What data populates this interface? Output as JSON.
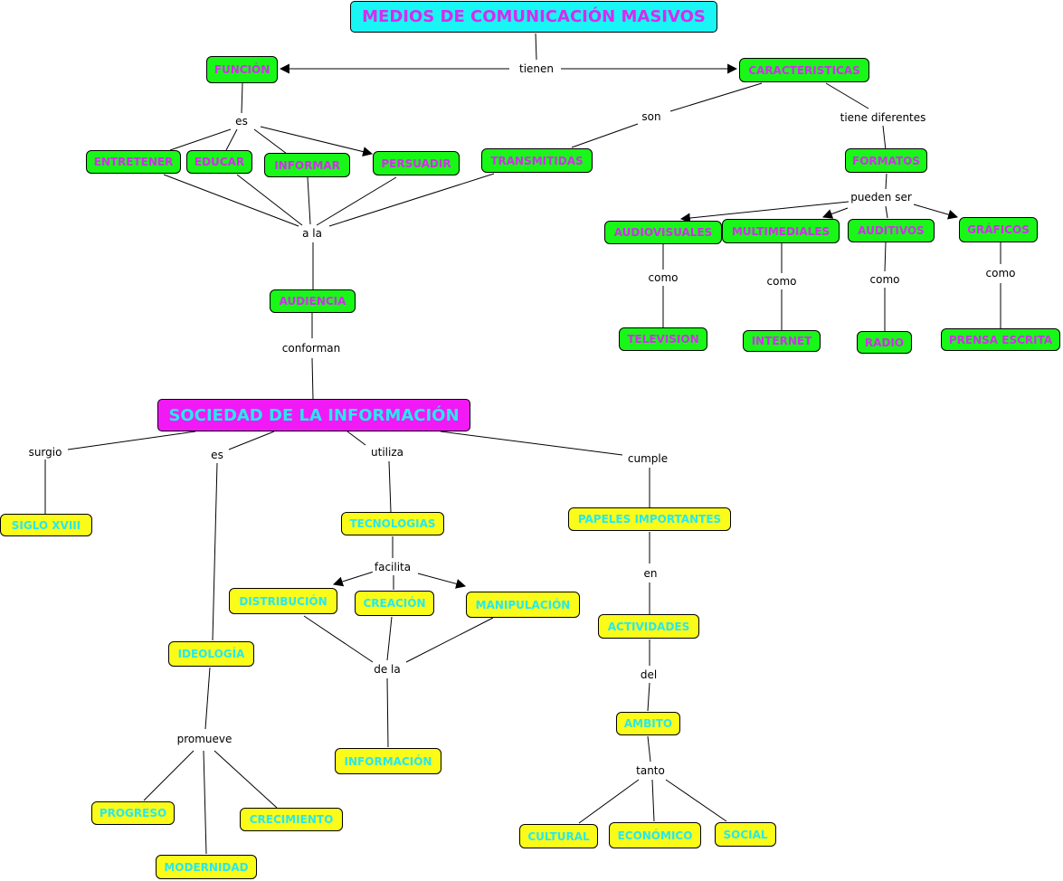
{
  "nodes": {
    "medios": "MEDIOS DE COMUNICACIÓN MASIVOS",
    "funcion": "FUNCIÓN",
    "caracteristicas": "CARACTERISTICAS",
    "entretener": "ENTRETENER",
    "educar": "EDUCAR",
    "informar": "INFORMAR",
    "persuadir": "PERSUADIR",
    "transmitidas": "TRANSMITIDAS",
    "formatos": "FORMATOS",
    "audiovisuales": "AUDIOVISUALES",
    "multimediales": "MULTIMEDIALES",
    "auditivos": "AUDITIVOS",
    "graficos": "GRÁFICOS",
    "television": "TELEVISION",
    "internet": "INTERNET",
    "radio": "RADIO",
    "prensa": "PRENSA ESCRITA",
    "audiencia": "AUDIENCIA",
    "sociedad": "SOCIEDAD DE LA INFORMACIÓN",
    "siglo": "SIGLO XVIII",
    "tecnologias": "TECNOLOGIAS",
    "papeles": "PAPELES IMPORTANTES",
    "distribucion": "DISTRIBUCIÓN",
    "creacion": "CREACIÓN",
    "manipulacion": "MANIPULACIÓN",
    "actividades": "ACTIVIDADES",
    "ideologia": "IDEOLOGÍA",
    "informacion": "INFORMACIÓN",
    "ambito": "AMBITO",
    "progreso": "PROGRESO",
    "crecimiento": "CRECIMIENTO",
    "modernidad": "MODERNIDAD",
    "cultural": "CULTURAL",
    "economico": "ECONÓMICO",
    "social": "SOCIAL"
  },
  "links": {
    "tienen": "tienen",
    "es1": "es",
    "son": "son",
    "tiene_diferentes": "tiene diferentes",
    "pueden_ser": "pueden ser",
    "a_la": "a la",
    "como1": "como",
    "como2": "como",
    "como3": "como",
    "como4": "como",
    "conforman": "conforman",
    "surgio": "surgio",
    "es2": "es",
    "utiliza": "utiliza",
    "cumple": "cumple",
    "facilita": "facilita",
    "en": "en",
    "de_la": "de la",
    "del": "del",
    "promueve": "promueve",
    "tanto": "tanto"
  }
}
